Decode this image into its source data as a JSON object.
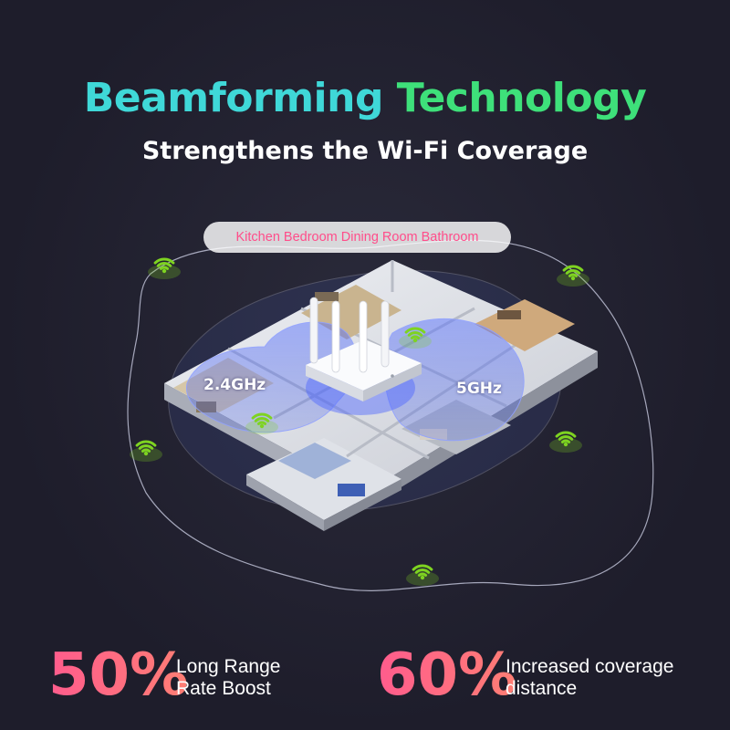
{
  "header": {
    "title_word1": "Beamforming",
    "title_word2": "Technology",
    "subtitle": "Strengthens the Wi-Fi Coverage"
  },
  "rooms_label": "Kitchen Bedroom Dining Room Bathroom",
  "bands": {
    "band_24": "2.4GHz",
    "band_5": "5GHz"
  },
  "stats": [
    {
      "value": "50%",
      "line1": "Long Range",
      "line2": "Rate Boost"
    },
    {
      "value": "60%",
      "line1": "Increased coverage",
      "line2": "distance"
    }
  ],
  "colors": {
    "background": "#201f2d",
    "title_start": "#3fd8d8",
    "title_end": "#3ee07a",
    "accent_pink": "#ff5c8d",
    "wifi_green": "#7ed321",
    "rooms_text": "#ff4d8a"
  },
  "icons": [
    "wifi-signal-icon",
    "router-illustration",
    "floor-plan-illustration"
  ]
}
